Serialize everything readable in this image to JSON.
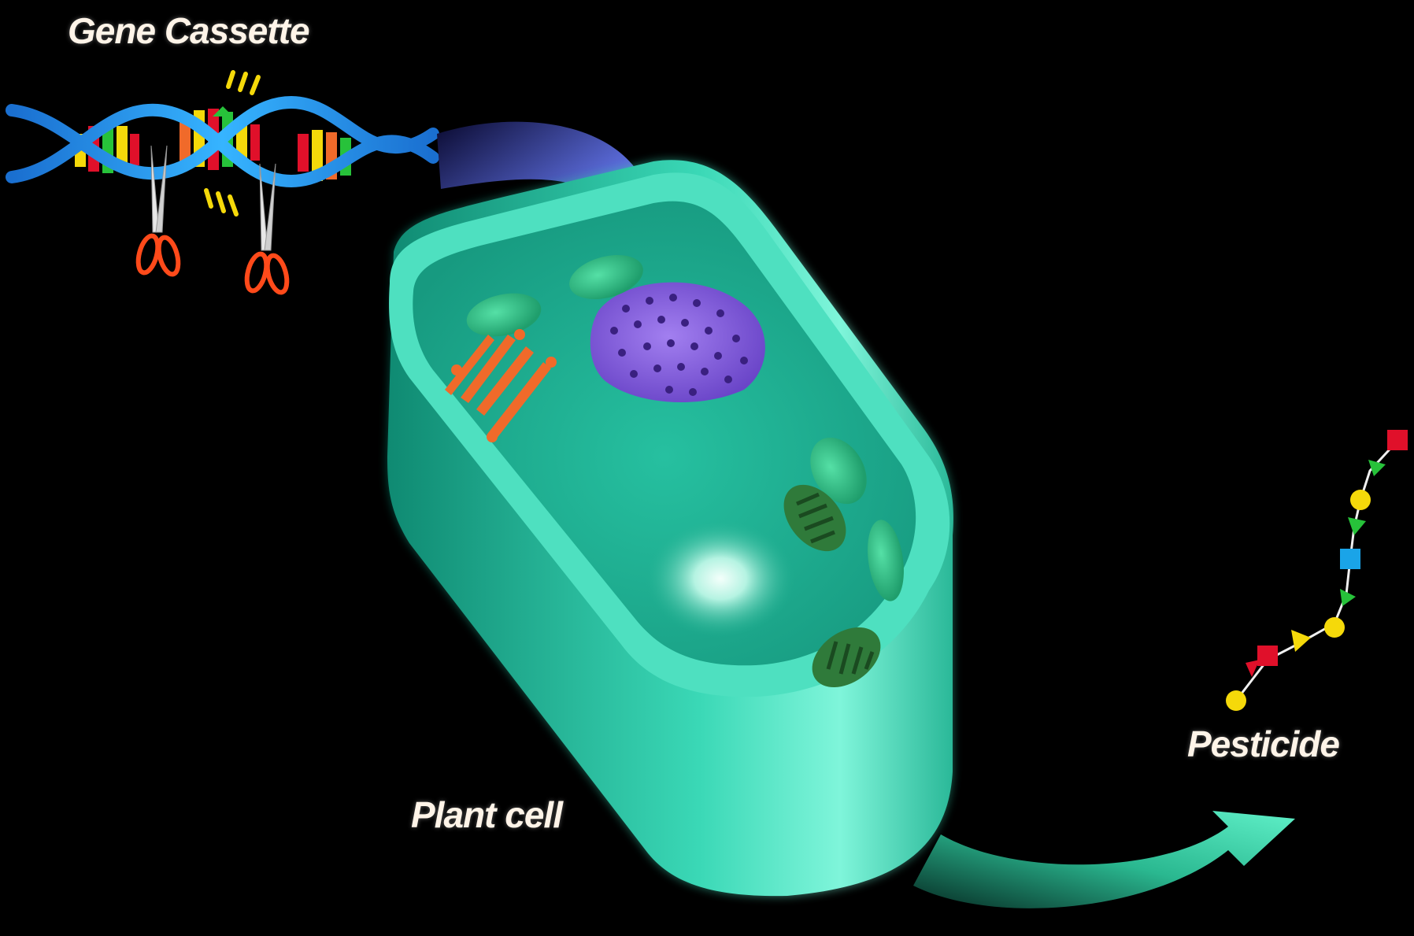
{
  "labels": {
    "gene_cassette": "Gene Cassette",
    "plant_cell": "Plant cell",
    "pesticide": "Pesticide"
  },
  "colors": {
    "background": "#000000",
    "cell_wall": "#3fd6b4",
    "cell_interior": "#1fae94",
    "nucleus": "#8a5fd6",
    "chloroplast": "#2fbf86",
    "mitochondria": "#2f7a3a",
    "golgi": "#f06a2a",
    "dna_strand": "#1e8fd8",
    "scissors": "#ff4a1a",
    "input_arrow": "#a9b7f0",
    "output_arrow": "#3fe0b0",
    "chain_red": "#e0102a",
    "chain_yellow": "#f5d90a",
    "chain_green": "#27c23a",
    "chain_blue": "#1aa4e8"
  },
  "icons": [
    "dna-helix-icon",
    "scissors-icon",
    "plant-cell-icon",
    "nucleus-icon",
    "chloroplast-icon",
    "mitochondrion-icon",
    "golgi-icon",
    "arrow-icon",
    "molecule-chain-icon"
  ]
}
